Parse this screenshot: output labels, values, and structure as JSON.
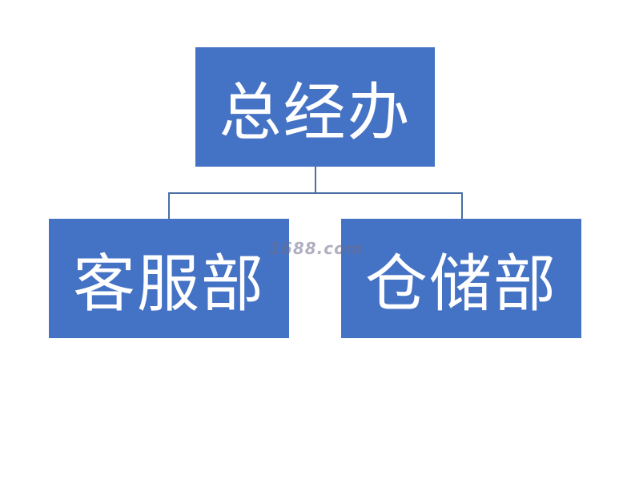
{
  "org_chart": {
    "root": {
      "label": "总经办"
    },
    "children": [
      {
        "label": "客服部"
      },
      {
        "label": "仓储部"
      }
    ]
  },
  "watermark": {
    "text": "1688.com"
  },
  "colors": {
    "node_fill": "#4472c4",
    "node_text": "#ffffff",
    "connector": "#4a6fa5",
    "background": "#ffffff"
  }
}
